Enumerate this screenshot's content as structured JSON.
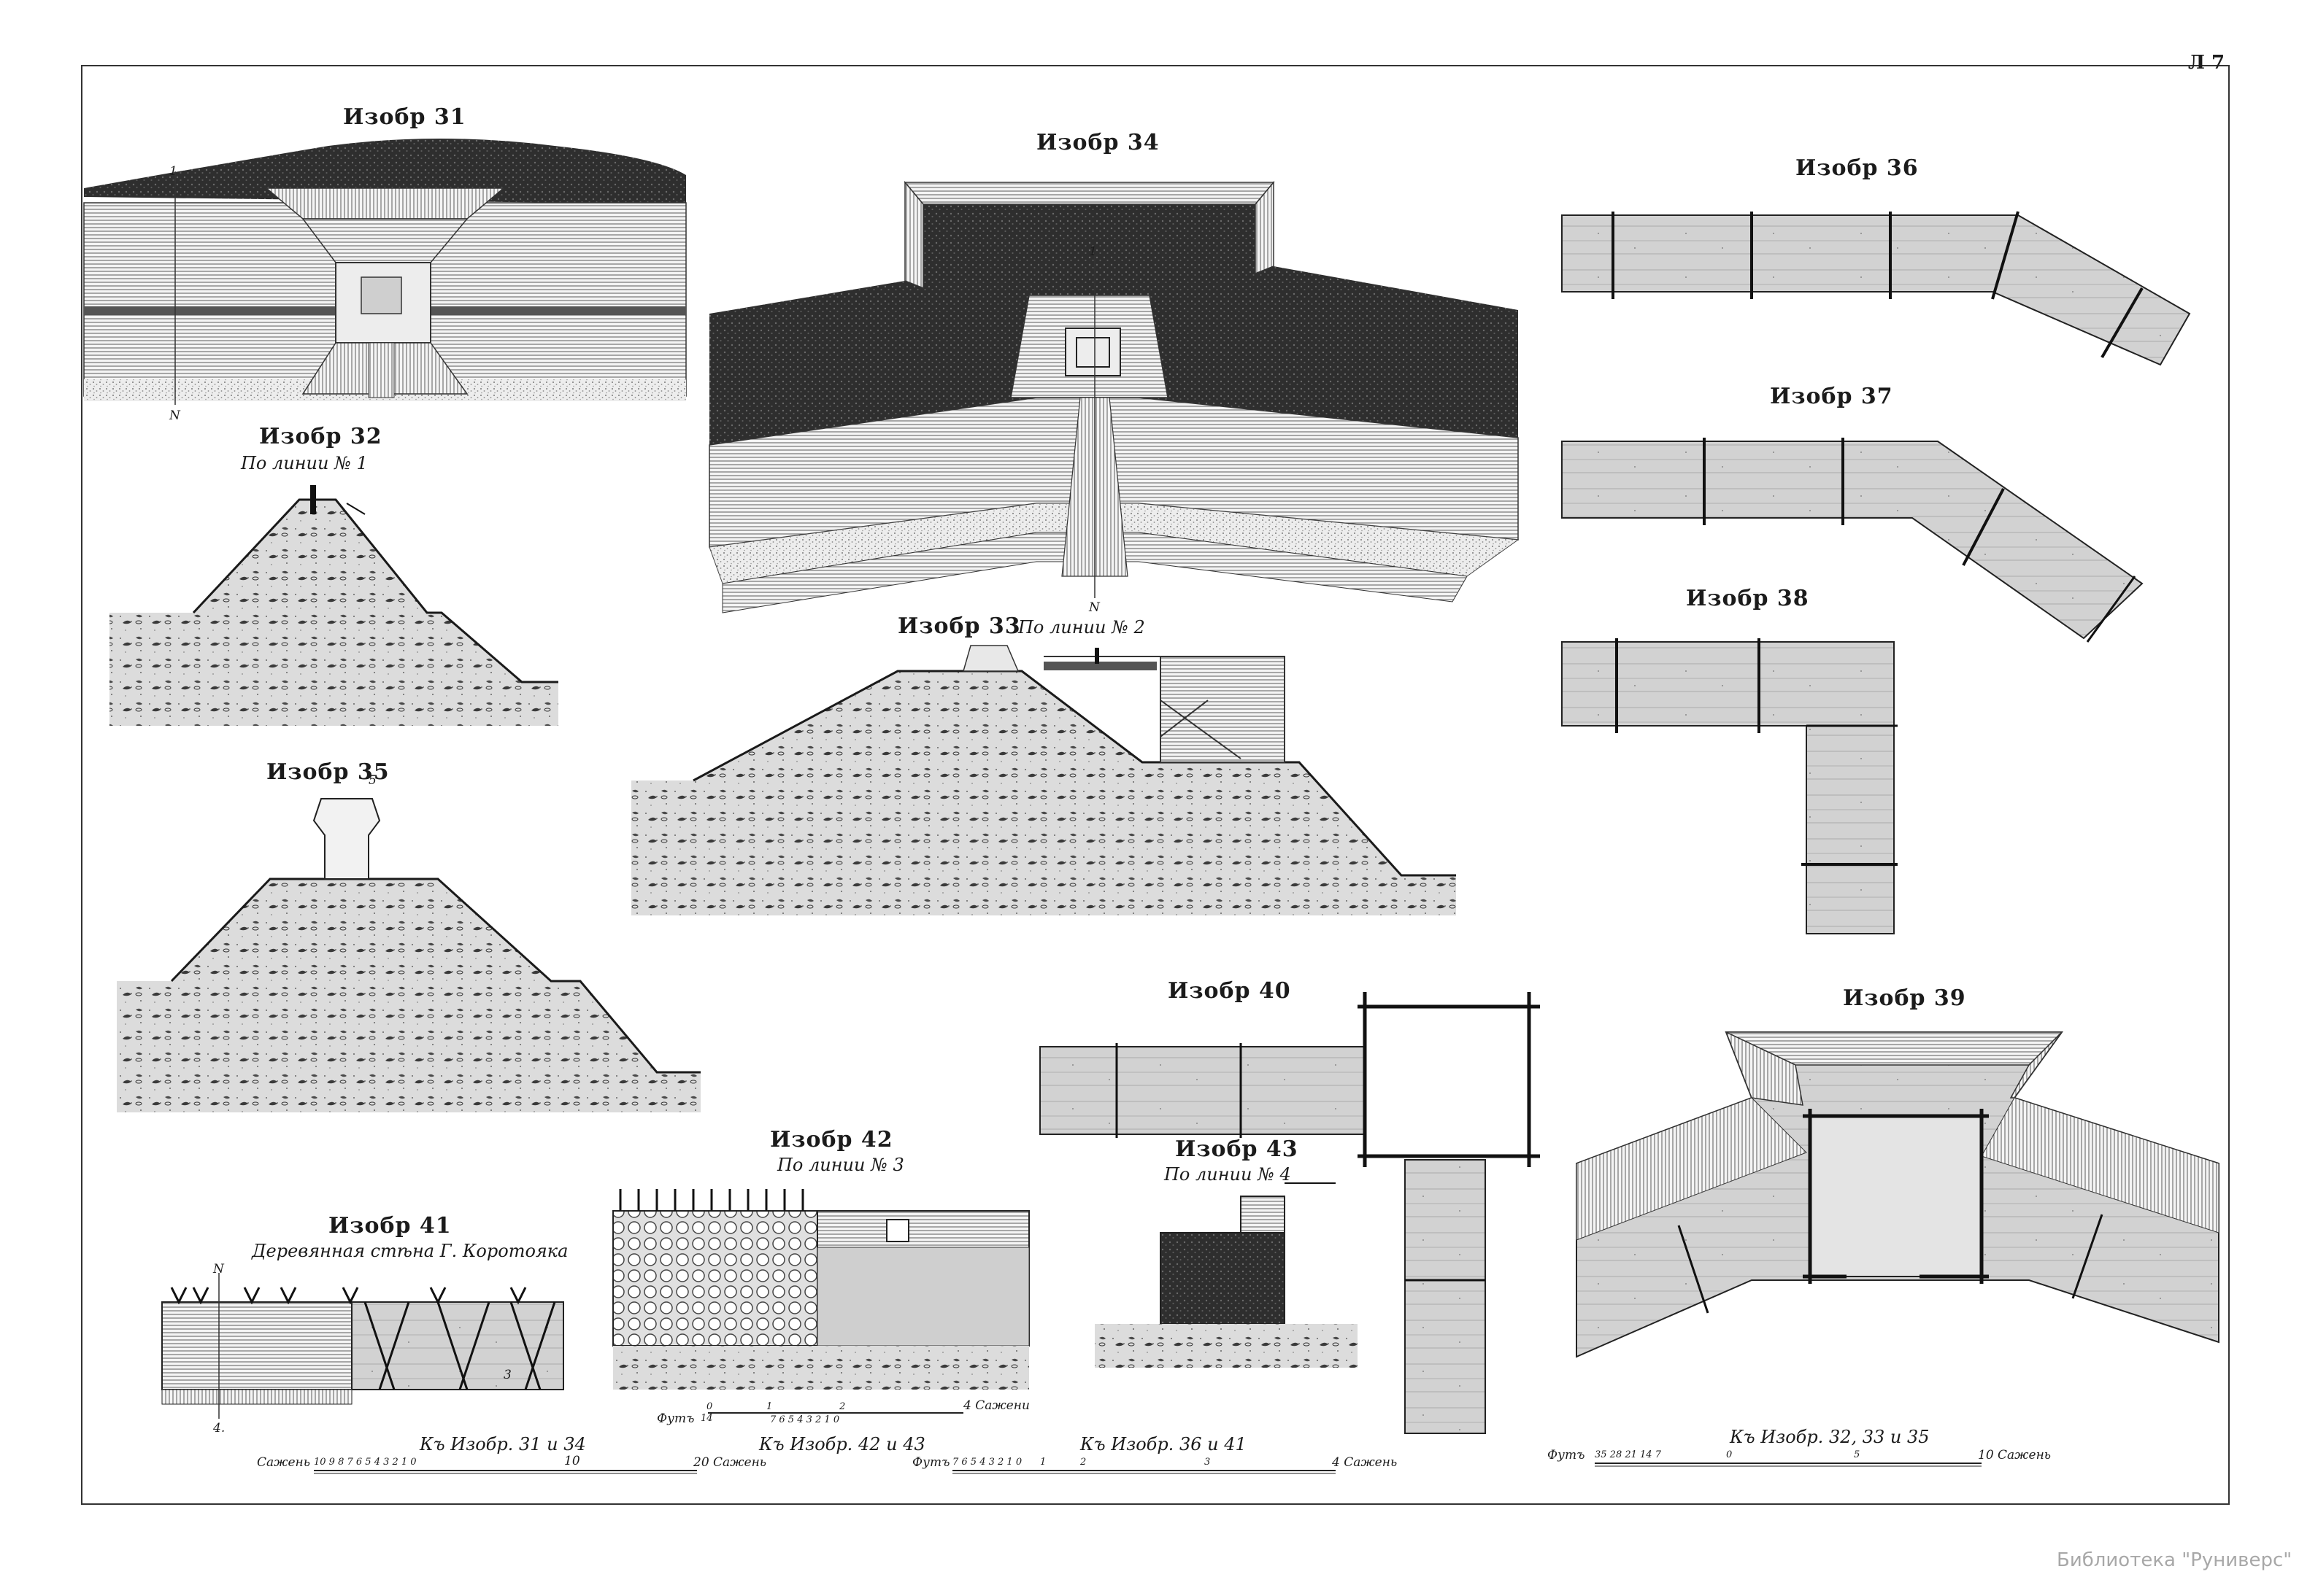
{
  "plate": {
    "number": "Л 7"
  },
  "figures": {
    "f31": {
      "label": "Изобр 31"
    },
    "f32": {
      "label": "Изобр 32",
      "caption": "По линии № 1"
    },
    "f33": {
      "label": "Изобр 33",
      "caption": "По линии № 2"
    },
    "f34": {
      "label": "Изобр 34"
    },
    "f35": {
      "label": "Изобр 35"
    },
    "f36": {
      "label": "Изобр 36"
    },
    "f37": {
      "label": "Изобр 37"
    },
    "f38": {
      "label": "Изобр 38"
    },
    "f39": {
      "label": "Изобр 39"
    },
    "f40": {
      "label": "Изобр 40"
    },
    "f41": {
      "label": "Изобр 41",
      "caption": "Деревянная стѣна Г. Коротояка"
    },
    "f42": {
      "label": "Изобр 42",
      "caption": "По линии № 3"
    },
    "f43": {
      "label": "Изобр 43",
      "caption": "По линии № 4"
    }
  },
  "marks": {
    "n": "N",
    "l1": "1",
    "l3": "3",
    "l4": "4",
    "n4": "4.",
    "n5": "5"
  },
  "scales": {
    "s1": {
      "title": "Къ Изобр. 31 и 34",
      "left": "Сажень",
      "right": "20 Сажень",
      "ticks": "10 9 8 7 6 5 4 3 2 1 0",
      "mid": "10"
    },
    "s2": {
      "title": "Къ Изобр. 42 и 43",
      "feet": "Футъ",
      "f14": "14",
      "f0": "0",
      "f1": "1",
      "f2": "2",
      "small": "7 6 5 4 3 2 1 0",
      "right": "4 Сажени"
    },
    "s3": {
      "title": "Къ Изобр. 36 и 41",
      "feet": "Футъ",
      "small": "7 6 5 4 3 2 1 0",
      "t1": "1",
      "t2": "2",
      "t3": "3",
      "right": "4 Сажень"
    },
    "s4": {
      "title": "Къ Изобр. 32, 33 и 35",
      "feet": "Футъ",
      "ticks": "35  28  21  14  7",
      "zero": "0",
      "five": "5",
      "right": "10 Сажень"
    }
  },
  "watermark": "Библиотека \"Руниверс\""
}
